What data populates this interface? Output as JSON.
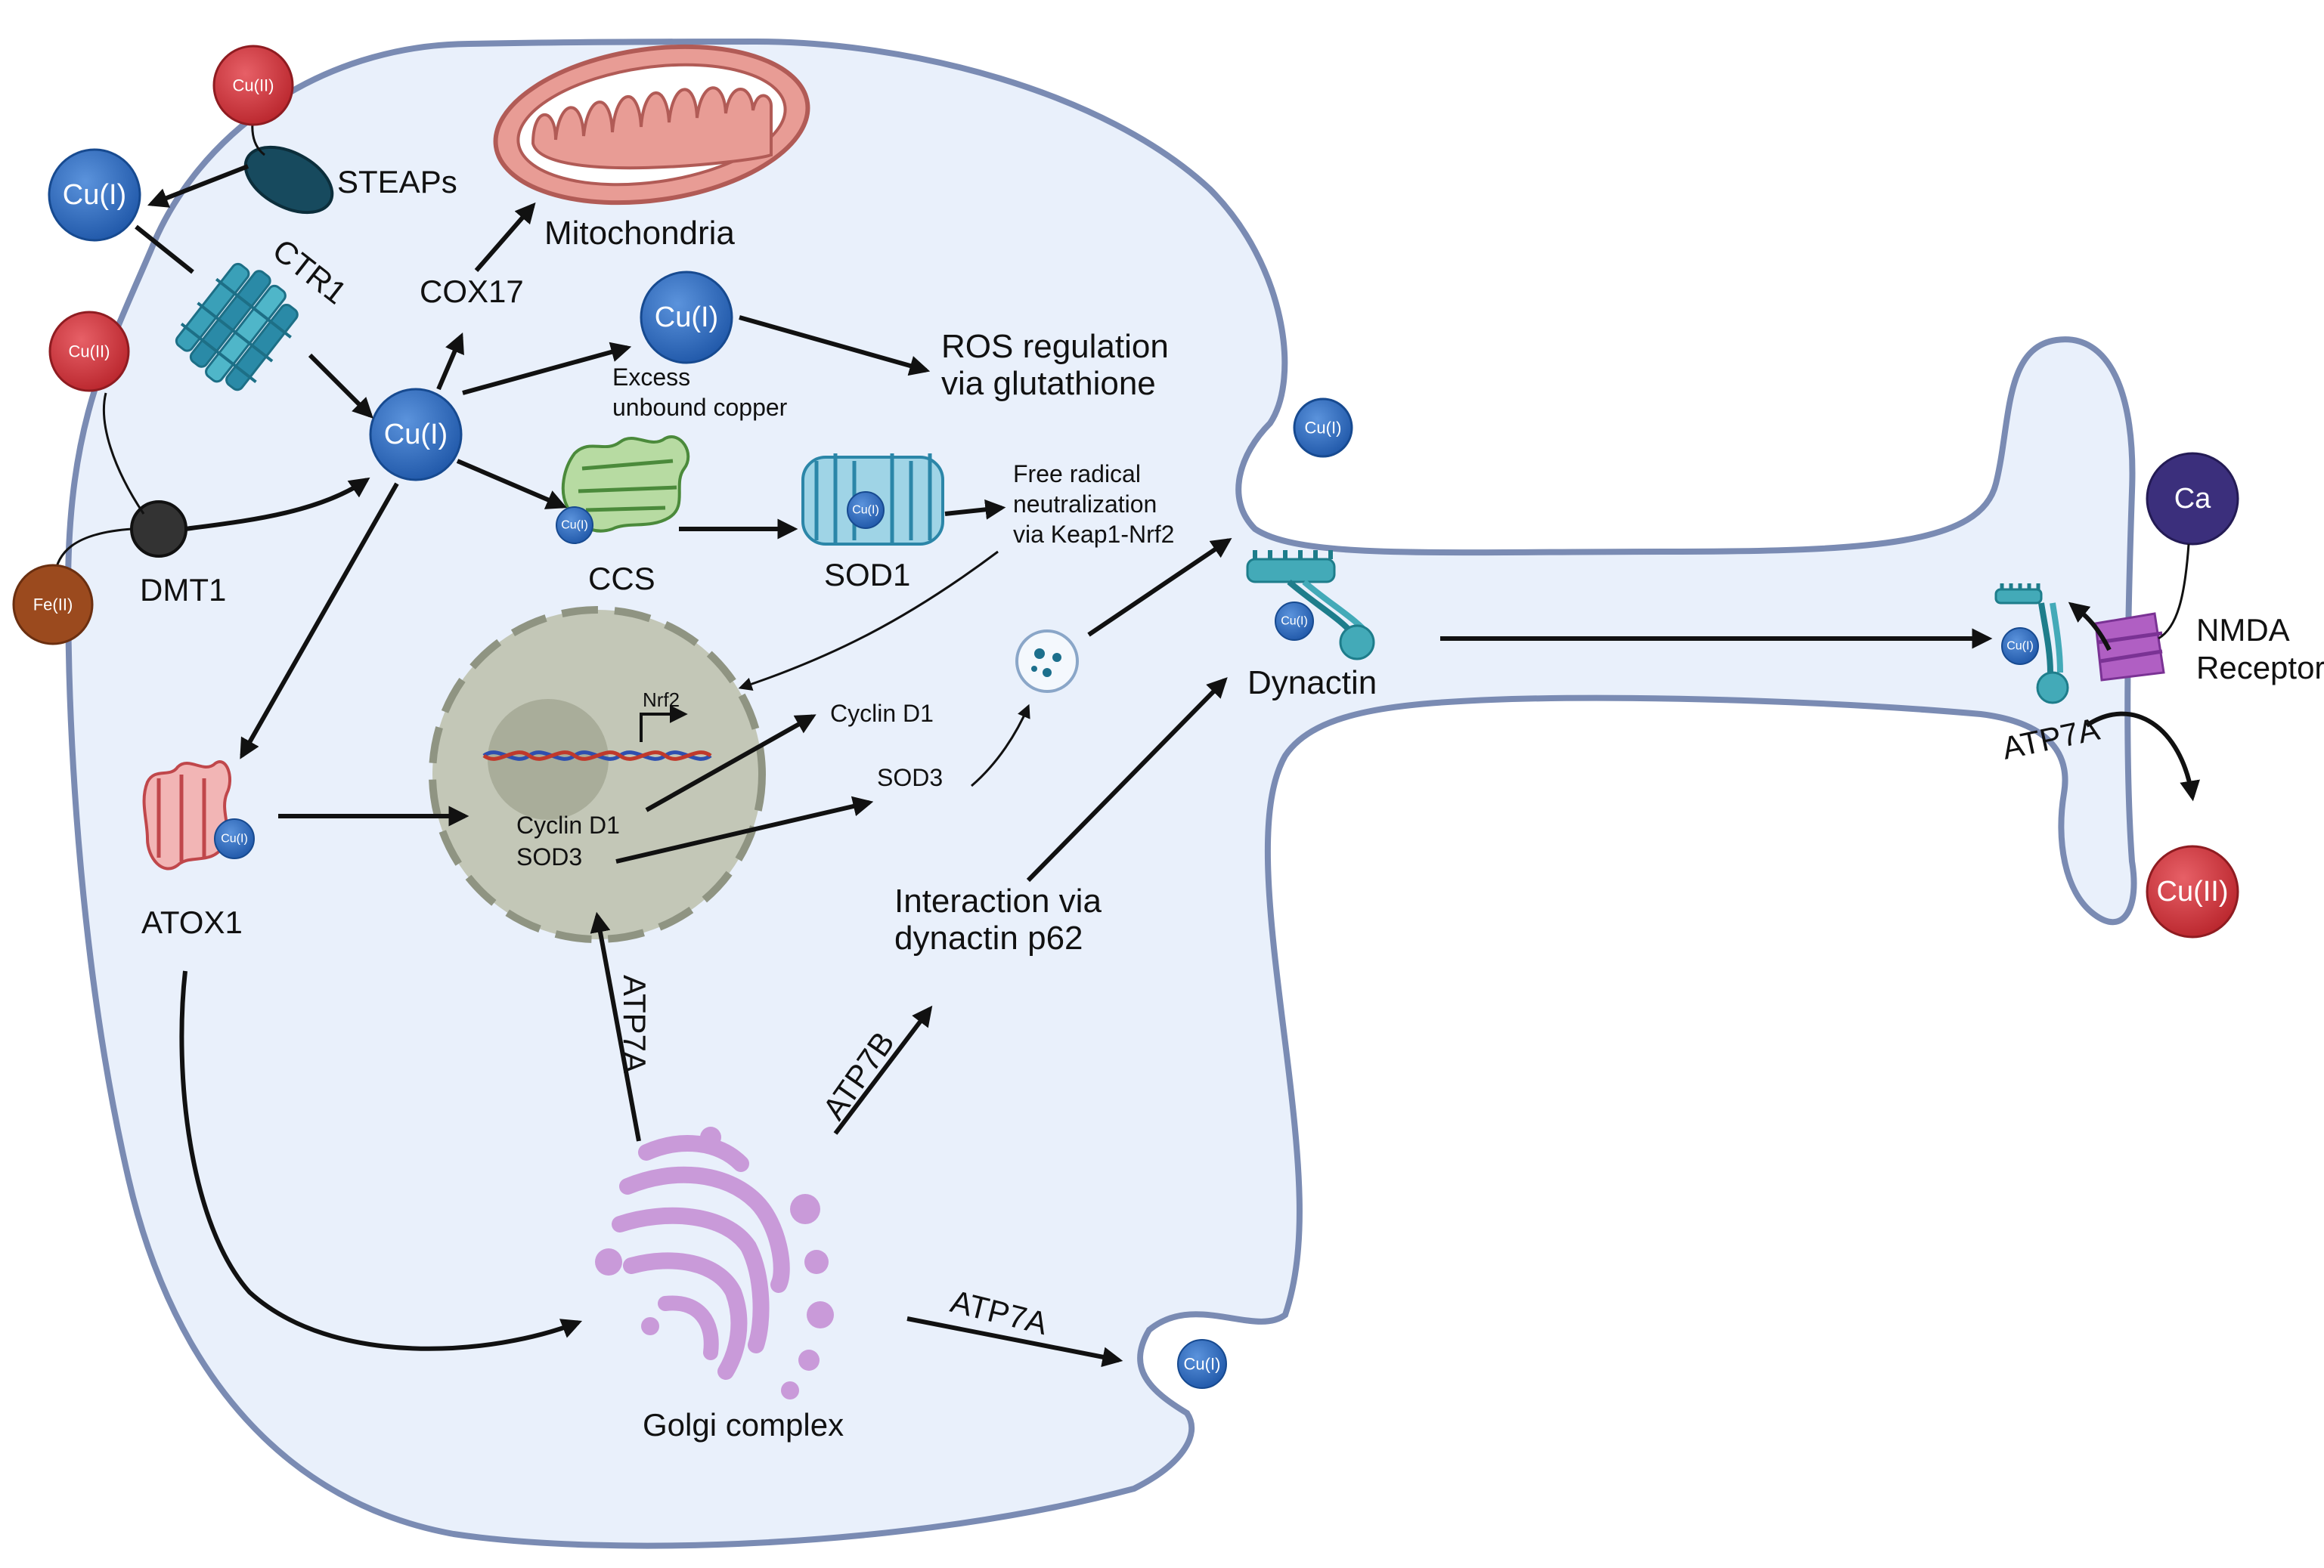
{
  "colors": {
    "cell_fill": "#e9f0fb",
    "cell_stroke": "#7a8bb3",
    "cu1": "#2f6fc4",
    "cu2": "#d1383f",
    "fe2": "#9b4a1e",
    "ca": "#3b2f7c",
    "mito_fill": "#e89c95",
    "nucleus": "#c3c7b7",
    "golgi": "#c99ad9"
  },
  "ions": {
    "cu1": "Cu(I)",
    "cu2": "Cu(II)",
    "fe2": "Fe(II)",
    "ca": "Ca"
  },
  "labels": {
    "steaps": "STEAPs",
    "ctr1": "CTR1",
    "dmt1": "DMT1",
    "mitochondria": "Mitochondria",
    "cox17": "COX17",
    "excess_line1": "Excess",
    "excess_line2": "unbound copper",
    "ros_line1": "ROS regulation",
    "ros_line2": "via glutathione",
    "ccs": "CCS",
    "sod1": "SOD1",
    "free_line1": "Free radical",
    "free_line2": "neutralization",
    "free_line3": "via Keap1-Nrf2",
    "nrf2": "Nrf2",
    "cyclin_d1_out": "Cyclin D1",
    "sod3_out": "SOD3",
    "nuc_cyclin": "Cyclin D1",
    "nuc_sod3": "SOD3",
    "atox1": "ATOX1",
    "dynactin": "Dynactin",
    "interaction_line1": "Interaction via",
    "interaction_line2": "dynactin p62",
    "atp7a_vertical": "ATP7A",
    "atp7b": "ATP7B",
    "atp7a_golgi": "ATP7A",
    "golgi": "Golgi complex",
    "nmda_line1": "NMDA",
    "nmda_line2": "Receptor",
    "atp7a_synapse": "ATP7A"
  }
}
